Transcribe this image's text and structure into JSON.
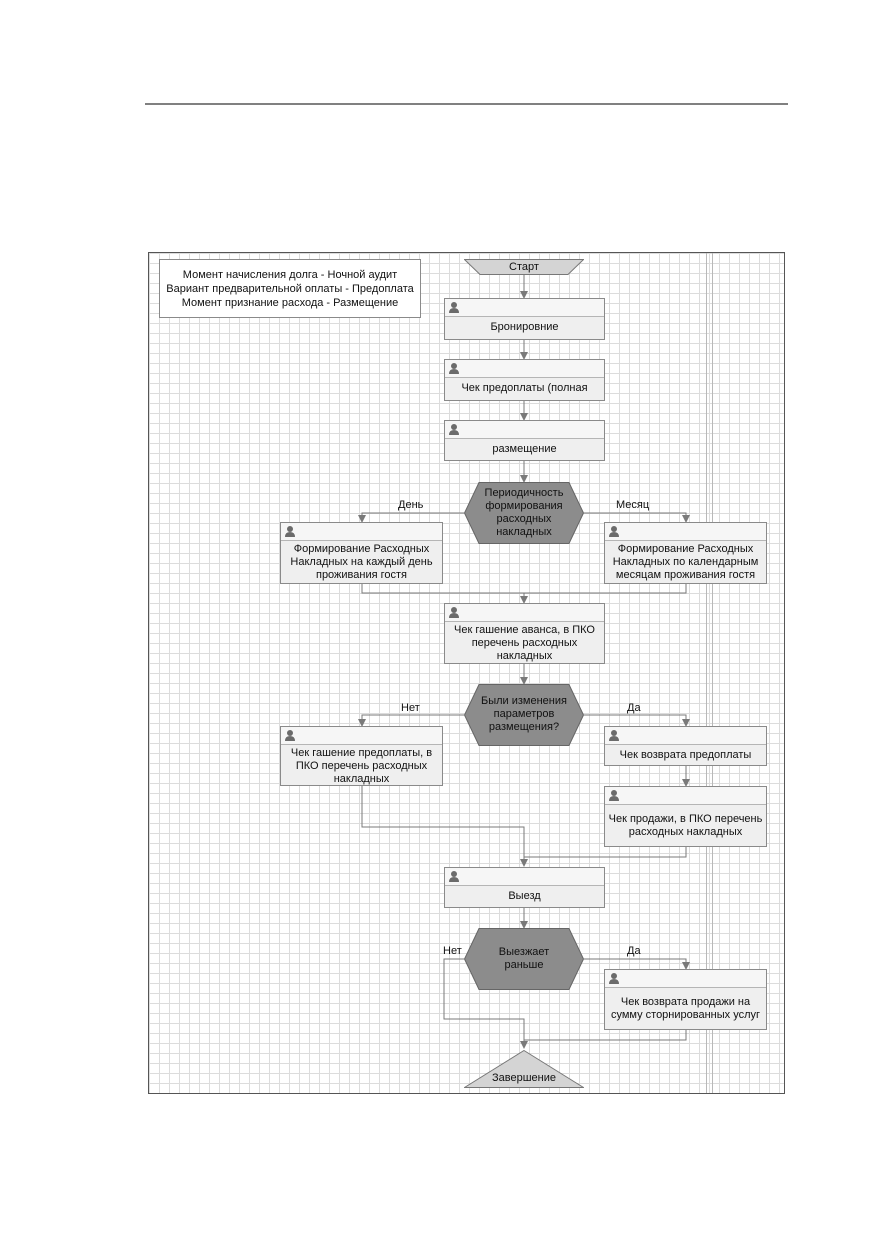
{
  "note": {
    "lines": [
      "Момент начисления долга - Ночной аудит",
      "Вариант предварительной оплаты - Предоплата",
      "Момент признание расхода - Размещение"
    ]
  },
  "terminals": {
    "start": "Старт",
    "end": "Завершение"
  },
  "tasks": {
    "booking": "Бронировние",
    "prepay_check": "Чек предоплаты (полная",
    "placement": "размещение",
    "daily_invoices": "Формирование Расходных Накладных на каждый день проживания гостя",
    "monthly_invoices": "Формирование Расходных Накладных по календарным месяцам проживания гостя",
    "advance_check": "Чек гашение аванса, в ПКО перечень расходных накладных",
    "prepay_repay_check": "Чек гашение предоплаты, в ПКО перечень расходных накладных",
    "prepay_return_check": "Чек возврата предоплаты",
    "sale_check": "Чек продажи, в ПКО перечень расходных накладных",
    "checkout": "Выезд",
    "sale_return_check": "Чек возврата продажи на сумму сторнированных услуг"
  },
  "decisions": {
    "periodicity": "Периодичность формирования расходных накладных",
    "changes": "Были изменения параметров размещения?",
    "early": "Выезжает раньше"
  },
  "edge_labels": {
    "day": "День",
    "month": "Месяц",
    "no1": "Нет",
    "yes1": "Да",
    "no2": "Нет",
    "yes2": "Да"
  },
  "colors": {
    "decision_fill": "#8c8c8c",
    "terminal_fill": "#d4d4d4",
    "task_fill": "#efefef",
    "connector": "#7a7a7a",
    "grid": "#dcdcdc"
  }
}
